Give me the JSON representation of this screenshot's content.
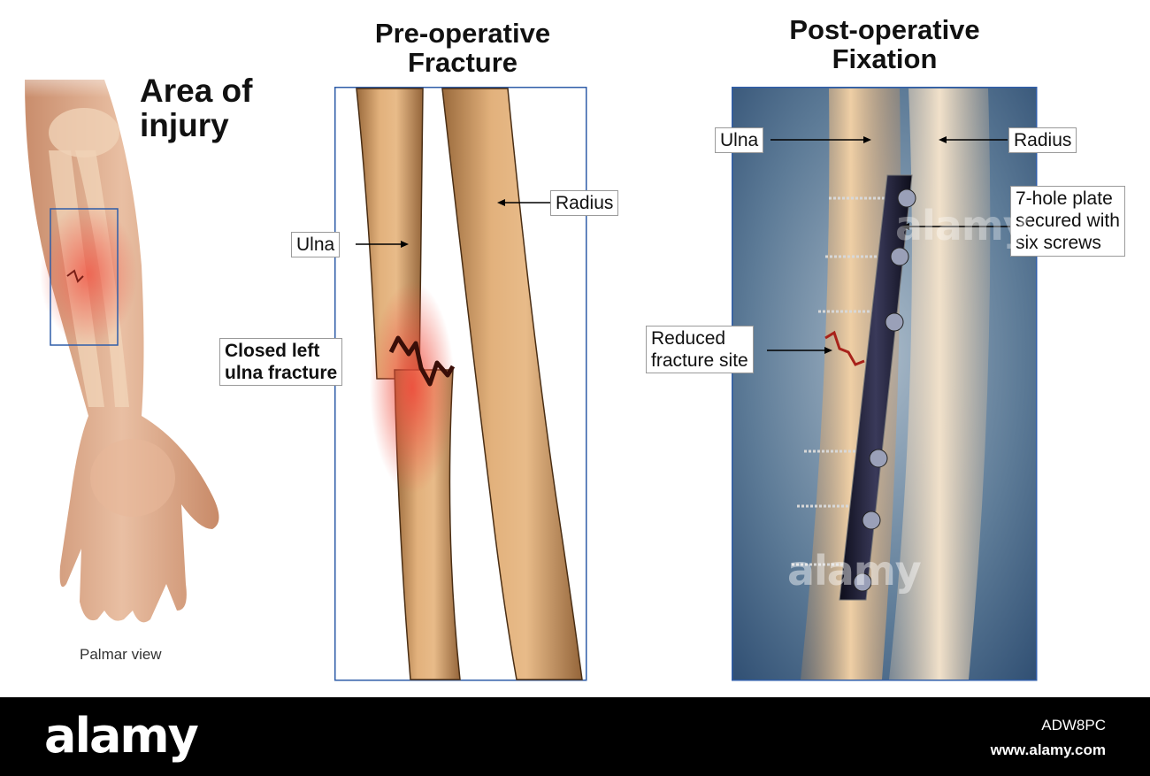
{
  "left_panel": {
    "title_line1": "Area of",
    "title_line2": "injury",
    "view_label": "Palmar view"
  },
  "middle_panel": {
    "title_line1": "Pre-operative",
    "title_line2": "Fracture",
    "labels": {
      "radius": "Radius",
      "ulna": "Ulna",
      "fracture_line1": "Closed left",
      "fracture_line2": "ulna fracture"
    }
  },
  "right_panel": {
    "title_line1": "Post-operative",
    "title_line2": "Fixation",
    "labels": {
      "ulna": "Ulna",
      "radius": "Radius",
      "plate_line1": "7-hole plate",
      "plate_line2": "secured with",
      "plate_line3": "six screws",
      "reduced_line1": "Reduced",
      "reduced_line2": "fracture site"
    }
  },
  "footer": {
    "logo": "alamy",
    "image_id": "ADW8PC",
    "site": "www.alamy.com"
  },
  "colors": {
    "panel_border": "#2f5da8",
    "bone": "#d9a872",
    "fracture_red": "#e24a3a",
    "post_bg": "#3a5f86",
    "footer_bg": "#000000"
  }
}
